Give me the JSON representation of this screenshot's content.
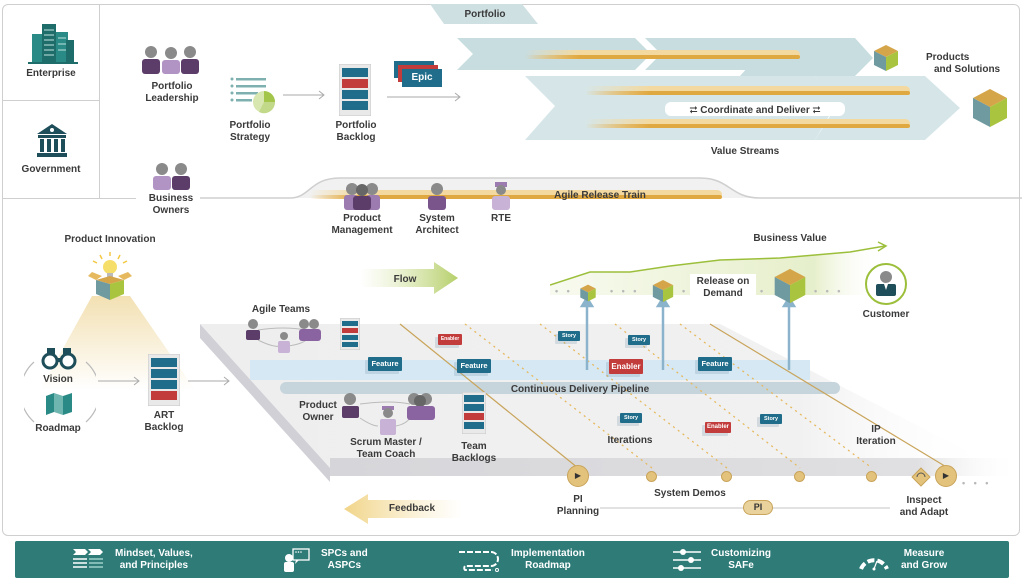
{
  "sidebar": {
    "enterprise": "Enterprise",
    "government": "Government"
  },
  "portfolio": {
    "banner": "Portfolio",
    "leadership": [
      "Portfolio",
      "Leadership"
    ],
    "strategy": [
      "Portfolio",
      "Strategy"
    ],
    "backlog": [
      "Portfolio",
      "Backlog"
    ],
    "epic": "Epic",
    "coordinate": "Coordinate and Deliver",
    "value_streams": "Value Streams",
    "products": [
      "Products",
      "and Solutions"
    ]
  },
  "art": {
    "business_owners": [
      "Business",
      "Owners"
    ],
    "train": "Agile Release Train",
    "roles": [
      {
        "name": [
          "Product",
          "Management"
        ]
      },
      {
        "name": [
          "System",
          "Architect"
        ]
      },
      {
        "name": [
          "RTE"
        ]
      }
    ]
  },
  "left": {
    "product_innovation": "Product Innovation",
    "vision": "Vision",
    "roadmap": "Roadmap",
    "art_backlog": [
      "ART",
      "Backlog"
    ]
  },
  "board": {
    "flow": "Flow",
    "feedback": "Feedback",
    "agile_teams": "Agile Teams",
    "product_owner": [
      "Product",
      "Owner"
    ],
    "scrum_master": [
      "Scrum Master /",
      "Team Coach"
    ],
    "team_backlogs": [
      "Team",
      "Backlogs"
    ],
    "pipeline": "Continuous Delivery Pipeline",
    "iterations": "Iterations",
    "ip_iteration": [
      "IP",
      "Iteration"
    ],
    "cards": {
      "feature": "Feature",
      "story": "Story",
      "enabler": "Enabler"
    }
  },
  "value": {
    "business_value": "Business Value",
    "release": [
      "Release on",
      "Demand"
    ],
    "customer": "Customer"
  },
  "timeline": {
    "pi_planning": [
      "PI",
      "Planning"
    ],
    "system_demos": "System Demos",
    "pi": "PI",
    "inspect_adapt": [
      "Inspect",
      "and Adapt"
    ]
  },
  "footer": {
    "items": [
      {
        "icon": "mindset-icon",
        "label": [
          "Mindset, Values,",
          "and Principles"
        ]
      },
      {
        "icon": "spc-icon",
        "label": [
          "SPCs and",
          "ASPCs"
        ]
      },
      {
        "icon": "roadmap-path-icon",
        "label": [
          "Implementation",
          "Roadmap"
        ]
      },
      {
        "icon": "sliders-icon",
        "label": [
          "Customizing",
          "SAFe"
        ]
      },
      {
        "icon": "gauge-icon",
        "label": [
          "Measure",
          "and Grow"
        ]
      }
    ]
  },
  "colors": {
    "teal": "#1f6d8a",
    "red": "#c33c3c",
    "gold": "#e3b35a",
    "green": "#9cbf3b",
    "purple": "#6b4a7a",
    "footer": "#2e7b78"
  }
}
